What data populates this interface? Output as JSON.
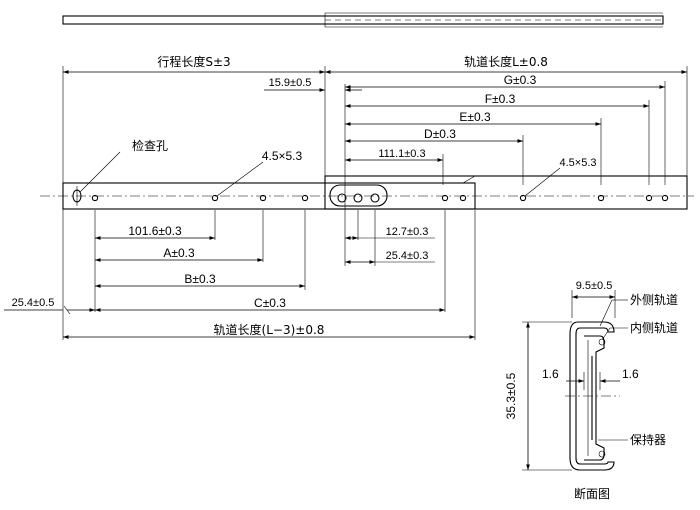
{
  "labels": {
    "stroke_length": "行程长度S±3",
    "rail_length": "轨道长度L±0.8",
    "dim_15_9": "15.9±0.5",
    "G": "G±0.3",
    "F": "F±0.3",
    "E": "E±0.3",
    "D": "D±0.3",
    "dim_111_1": "111.1±0.3",
    "inspection_hole": "检查孔",
    "hole_left": "4.5×5.3",
    "hole_right": "4.5×5.3",
    "dim_101_6": "101.6±0.3",
    "A": "A±0.3",
    "B": "B±0.3",
    "C": "C±0.3",
    "dim_12_7": "12.7±0.3",
    "dim_25_4_right": "25.4±0.3",
    "dim_25_4_left": "25.4±0.5",
    "rail_length_l3": "轨道长度(L−3)±0.8"
  },
  "section": {
    "width": "9.5±0.5",
    "outer_rail": "外侧轨道",
    "inner_rail": "内侧轨道",
    "gap_left": "1.6",
    "gap_right": "1.6",
    "height": "35.3±0.5",
    "retainer": "保持器",
    "title": "断面图"
  }
}
